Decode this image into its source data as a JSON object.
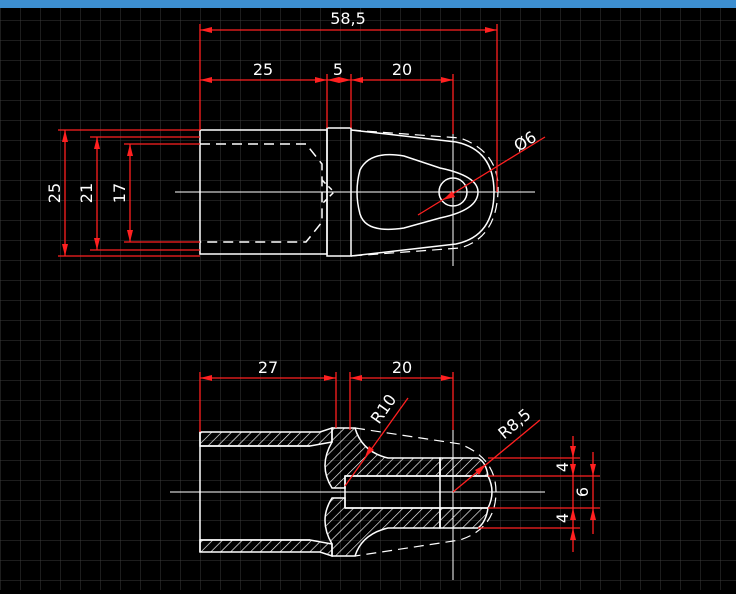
{
  "colors": {
    "background": "#000000",
    "grid": "#3a3a3a",
    "outline": "#ffffff",
    "dimension": "#ff2020",
    "title_bar": "#3d8fd1"
  },
  "top_view": {
    "dim_overall": "58,5",
    "dim_shank": "25",
    "dim_collar": "5",
    "dim_head": "20",
    "dim_hole": "Ø6",
    "dim_outer_dia": "25",
    "dim_mid_dia": "21",
    "dim_inner_dia": "17"
  },
  "section_view": {
    "dim_body": "27",
    "dim_head": "20",
    "dim_radius_large": "R10",
    "dim_radius_small": "R8,5",
    "dim_wall_top": "4",
    "dim_slot": "6",
    "dim_wall_bottom": "4"
  }
}
